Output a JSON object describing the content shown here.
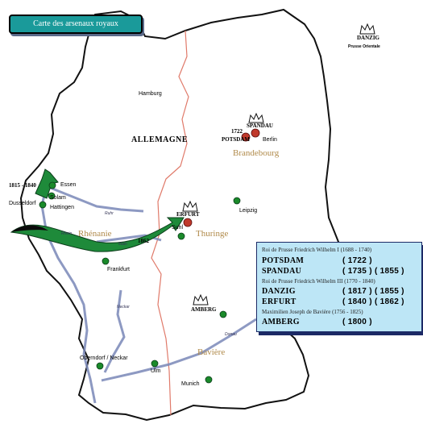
{
  "title": "Carte des arsenaux royaux",
  "country": "ALLEMAGNE",
  "regions": {
    "brandebourg": "Brandebourg",
    "thuringe": "Thuringe",
    "rhenanie": "Rhénanie",
    "baviere": "Bavière"
  },
  "cities": {
    "hamburg": "Hamburg",
    "berlin": "Berlin",
    "leipzig": "Leipzig",
    "suhl": "Suhl",
    "frankfurt": "Frankfurt",
    "essen": "Essen",
    "solam": "Solam",
    "hattingen": "Hattingen",
    "dusseldorf": "Dusseldorf",
    "oberndorf": "Oberndorf / Neckar",
    "ulm": "Ulm",
    "munich": "Munich"
  },
  "arsenals": {
    "spandau": "SPANDAU",
    "potsdam": "POTSDAM",
    "potsdam_year": "1722",
    "erfurt": "ERFURT",
    "amberg": "AMBERG",
    "danzig": "DANZIG",
    "danzig_sub": "Prusse Orientale"
  },
  "annotations": {
    "transfer_1815_1840": "1815 - 1840",
    "year_1862": "1862"
  },
  "rivers": {
    "rhein": "Rhein",
    "ruhr": "Ruhr",
    "neckar": "Neckar",
    "donau": "Donau",
    "main": "Main"
  },
  "legend": {
    "header1": "Roi de Prusse Friedrich Wilhelm I (1688 - 1740)",
    "header2": "Roi de Prusse Friedrich Wilhelm III (1770 - 1840)",
    "header3": "Maximilien Joseph de Bavière (1756 - 1825)",
    "rows": [
      {
        "name": "POTSDAM",
        "dates": "( 1722 )"
      },
      {
        "name": "SPANDAU",
        "dates": "( 1735 ) ( 1855 )"
      },
      {
        "name": "DANZIG",
        "dates": "( 1817 ) ( 1855 )"
      },
      {
        "name": "ERFURT",
        "dates": "( 1840 ) ( 1862 )"
      },
      {
        "name": "AMBERG",
        "dates": "( 1800 )"
      }
    ]
  },
  "colors": {
    "city_dot": "#1a8a2a",
    "arsenal_dot": "#c0392b",
    "arrow": "#1e8a3a",
    "border_inner": "#e07a6a",
    "river": "#7a88b8",
    "legend_bg": "#bde6f6",
    "title_bg": "#1a9a9a",
    "region_text": "#b08a4a"
  }
}
